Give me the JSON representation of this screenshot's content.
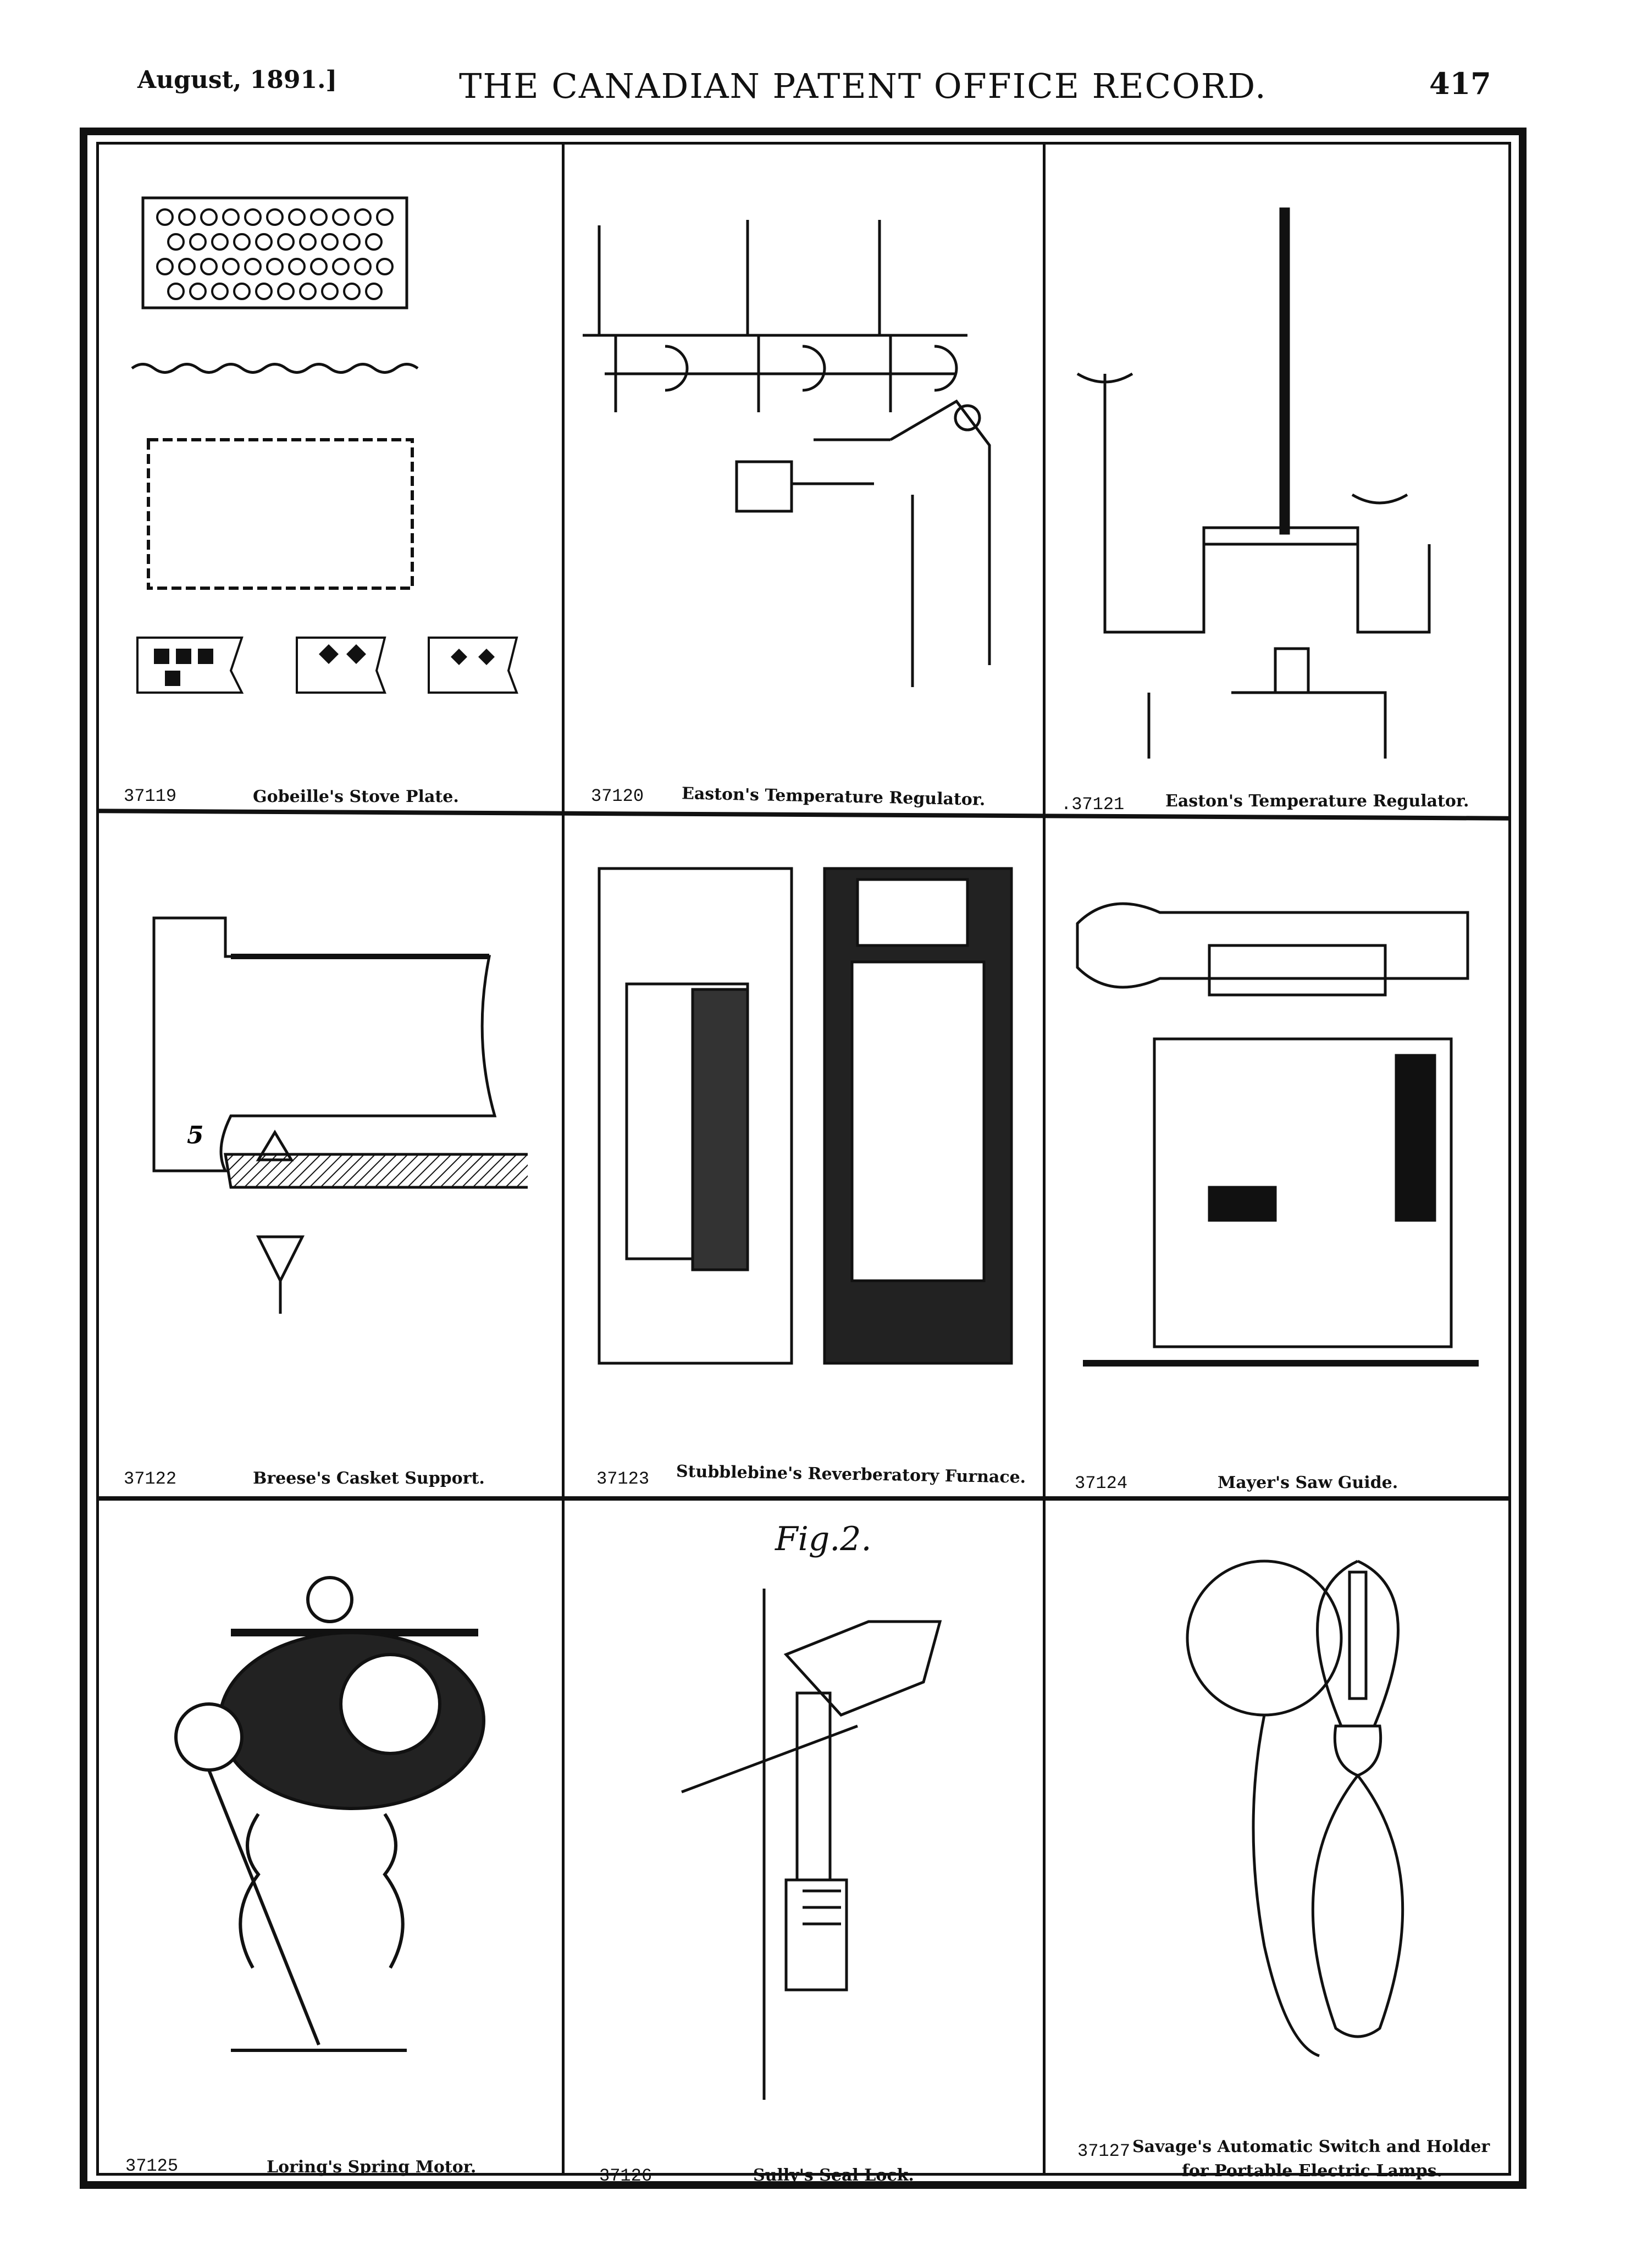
{
  "header": {
    "date": "August, 1891.]",
    "title": "THE CANADIAN PATENT OFFICE RECORD.",
    "page_number": "417"
  },
  "patents": [
    {
      "number": "37119",
      "title": "Gobeille's Stove Plate."
    },
    {
      "number": "37120",
      "title": "Easton's Temperature Regulator."
    },
    {
      "number": ".37121",
      "title": "Easton's Temperature Regulator."
    },
    {
      "number": "37122",
      "title": "Breese's Casket Support."
    },
    {
      "number": "37123",
      "title": "Stubblebine's Reverberatory Furnace."
    },
    {
      "number": "37124",
      "title": "Mayer's Saw Guide."
    },
    {
      "number": "37125",
      "title": "Loring's Spring Motor."
    },
    {
      "number": "37126",
      "title": "Sully's Seal Lock."
    },
    {
      "number": "37127",
      "title": "Savage's Automatic Switch and Holder",
      "title_line2": "for Portable Electric Lamps."
    }
  ],
  "figure_labels": {
    "sully_fig": "Fig.2."
  }
}
